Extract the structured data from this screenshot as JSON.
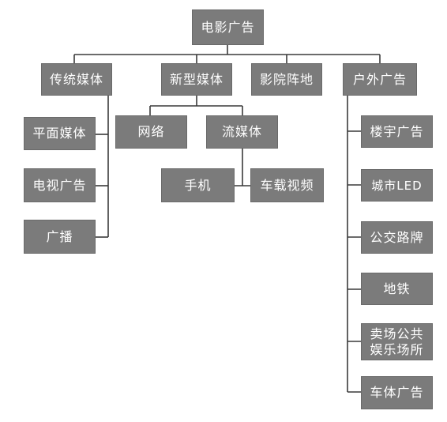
{
  "diagram": {
    "root": "电影广告",
    "level1": {
      "traditional": "传统媒体",
      "new": "新型媒体",
      "cinema": "影院阵地",
      "outdoor": "户外广告"
    },
    "traditional_children": [
      "平面媒体",
      "电视广告",
      "广播"
    ],
    "new_children": {
      "network": "网络",
      "streaming": "流媒体"
    },
    "streaming_children": {
      "phone": "手机",
      "car_video": "车载视频"
    },
    "outdoor_children": [
      "楼宇广告",
      "城市LED",
      "公交路牌",
      "地铁",
      "卖场公共\n娱乐场所",
      "车体广告"
    ]
  }
}
